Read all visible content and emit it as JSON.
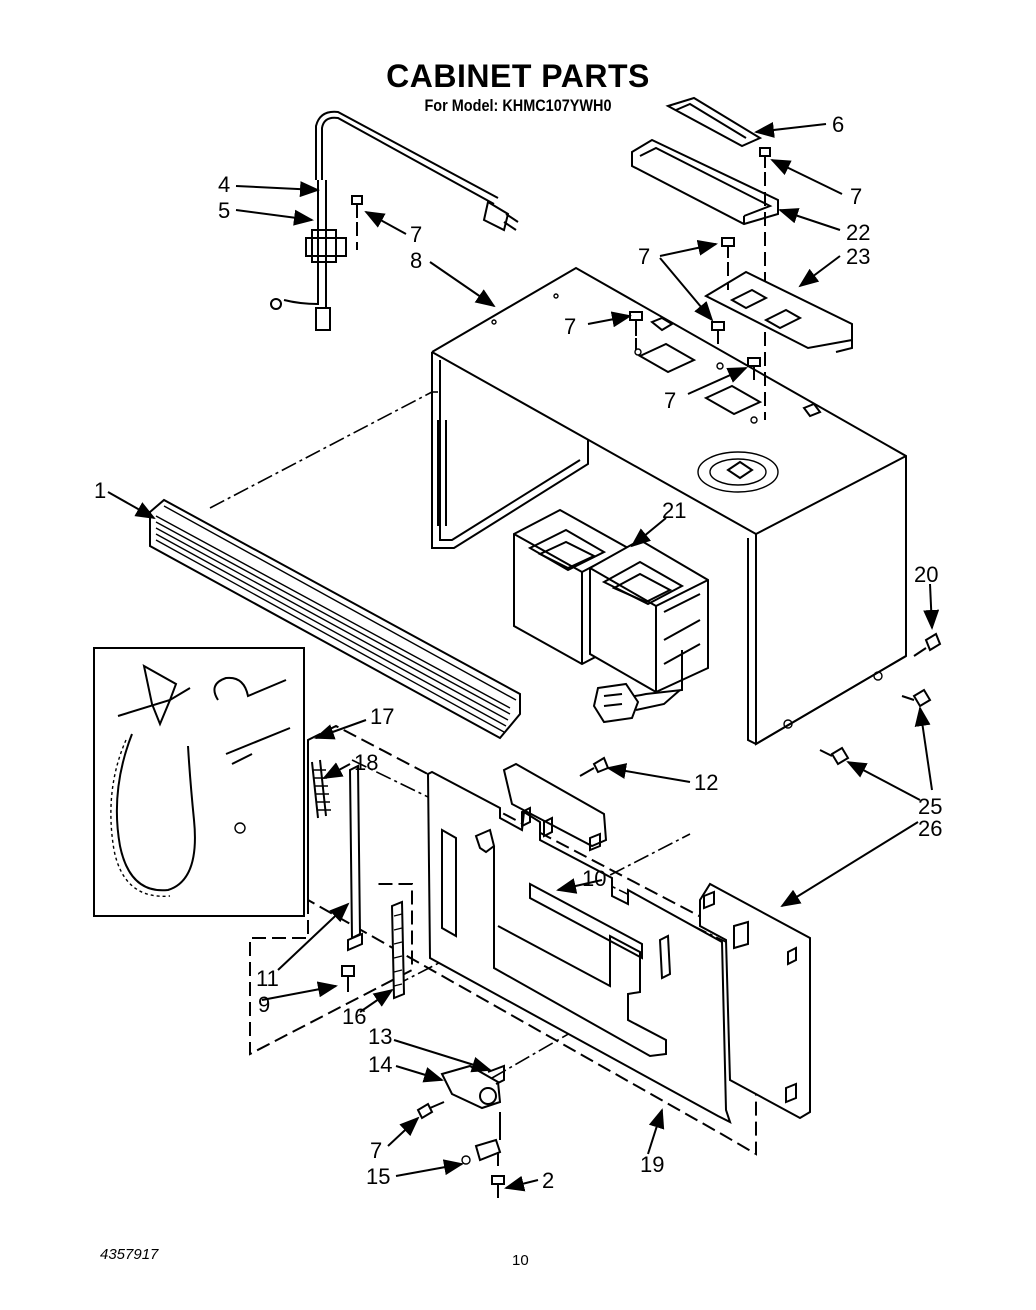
{
  "title": "CABINET PARTS",
  "subtitle": "For Model: KHMC107YWH0",
  "footer": {
    "doc_number": "4357917",
    "page_number": "10"
  },
  "callouts": [
    "1",
    "2",
    "4",
    "5",
    "6",
    "7",
    "8",
    "9",
    "10",
    "11",
    "12",
    "13",
    "14",
    "15",
    "16",
    "17",
    "18",
    "19",
    "20",
    "21",
    "22",
    "23",
    "25",
    "26"
  ]
}
